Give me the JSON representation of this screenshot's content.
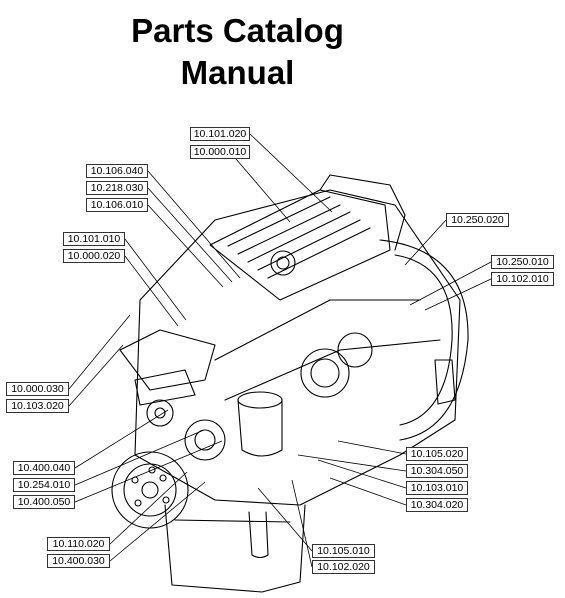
{
  "title": {
    "line1": "Parts Catalog",
    "line2": "Manual"
  },
  "callouts": [
    "10.101.020",
    "10.000.010",
    "10.106.040",
    "10.218.030",
    "10.106.010",
    "10.101.010",
    "10.000.020",
    "10.250.020",
    "10.250.010",
    "10.102.010",
    "10.000.030",
    "10.103.020",
    "10.400.040",
    "10.254.010",
    "10.400.050",
    "10.105.020",
    "10.304.050",
    "10.103.010",
    "10.304.020",
    "10.110.020",
    "10.400.030",
    "10.105.010",
    "10.102.020"
  ],
  "colors": {
    "ink": "#000000",
    "background": "#ffffff"
  }
}
